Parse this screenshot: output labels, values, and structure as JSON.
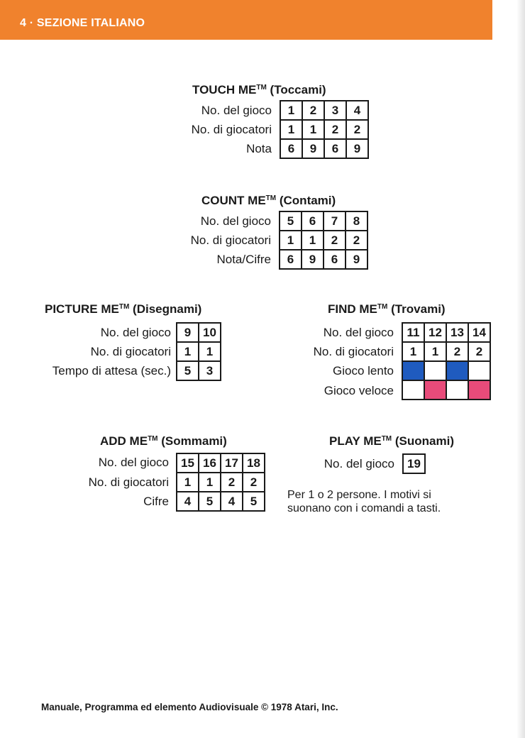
{
  "header": {
    "title": "4 · SEZIONE ITALIANO"
  },
  "colors": {
    "header_orange": "#f0822d",
    "slow_blue": "#1f5bbf",
    "fast_pink": "#e84b7a"
  },
  "touch_me": {
    "title": "TOUCH ME",
    "tm": "TM",
    "subtitle": "(Toccami)",
    "labels": [
      "No. del gioco",
      "No. di giocatori",
      "Nota"
    ],
    "rows": [
      [
        "1",
        "2",
        "3",
        "4"
      ],
      [
        "1",
        "1",
        "2",
        "2"
      ],
      [
        "6",
        "9",
        "6",
        "9"
      ]
    ]
  },
  "count_me": {
    "title": "COUNT ME",
    "tm": "TM",
    "subtitle": "(Contami)",
    "labels": [
      "No. del gioco",
      "No. di giocatori",
      "Nota/Cifre"
    ],
    "rows": [
      [
        "5",
        "6",
        "7",
        "8"
      ],
      [
        "1",
        "1",
        "2",
        "2"
      ],
      [
        "6",
        "9",
        "6",
        "9"
      ]
    ]
  },
  "picture_me": {
    "title": "PICTURE ME",
    "tm": "TM",
    "subtitle": "(Disegnami)",
    "labels": [
      "No. del gioco",
      "No. di giocatori",
      "Tempo di attesa (sec.)"
    ],
    "rows": [
      [
        "9",
        "10"
      ],
      [
        "1",
        "1"
      ],
      [
        "5",
        "3"
      ]
    ]
  },
  "find_me": {
    "title": "FIND ME",
    "tm": "TM",
    "subtitle": "(Trovami)",
    "labels": [
      "No. del gioco",
      "No. di giocatori",
      "Gioco lento",
      "Gioco veloce"
    ],
    "rows": [
      [
        "11",
        "12",
        "13",
        "14"
      ],
      [
        "1",
        "1",
        "2",
        "2"
      ]
    ],
    "slow_marked": [
      true,
      false,
      true,
      false
    ],
    "fast_marked": [
      false,
      true,
      false,
      true
    ]
  },
  "add_me": {
    "title": "ADD ME",
    "tm": "TM",
    "subtitle": "(Sommami)",
    "labels": [
      "No. del gioco",
      "No. di giocatori",
      "Cifre"
    ],
    "rows": [
      [
        "15",
        "16",
        "17",
        "18"
      ],
      [
        "1",
        "1",
        "2",
        "2"
      ],
      [
        "4",
        "5",
        "4",
        "5"
      ]
    ]
  },
  "play_me": {
    "title": "PLAY ME",
    "tm": "TM",
    "subtitle": "(Suonami)",
    "labels": [
      "No. del gioco"
    ],
    "rows": [
      [
        "19"
      ]
    ],
    "description_line1": "Per 1 o 2 persone. I motivi si",
    "description_line2": "suonano con i comandi a tasti."
  },
  "footer": {
    "text": "Manuale, Programma ed elemento Audiovisuale © 1978 Atari, Inc."
  }
}
